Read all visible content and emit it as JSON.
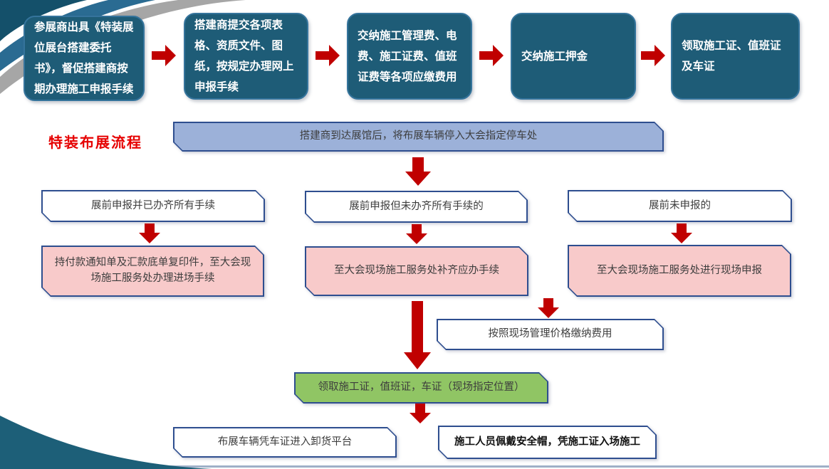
{
  "title": {
    "text": "特装布展流程"
  },
  "top_flow": {
    "boxes": [
      {
        "label": "参展商出具《特装展位展台搭建委托书》，督促搭建商按期办理施工申报手续"
      },
      {
        "label": "搭建商提交各项表格、资质文件、图纸，按规定办理网上申报手续"
      },
      {
        "label": "交纳施工管理费、电费、施工证费、值班证费等各项应缴费用"
      },
      {
        "label": "交纳施工押金"
      },
      {
        "label": "领取施工证、值班证及车证"
      }
    ]
  },
  "main_flow": {
    "arrival": "搭建商到达展馆后，将布展车辆停入大会指定停车处",
    "branches": [
      {
        "condition": "展前申报并已办齐所有手续",
        "action": "持付款通知单及汇款底单复印件，至大会现场施工服务处办理进场手续"
      },
      {
        "condition": "展前申报但未办齐所有手续的",
        "action": "至大会现场施工服务处补齐应办手续"
      },
      {
        "condition": "展前未申报的",
        "action": "至大会现场施工服务处进行现场申报"
      }
    ],
    "fee": "按照现场管理价格缴纳费用",
    "pickup": "领取施工证，值班证，车证（现场指定位置）",
    "final": [
      "布展车辆凭车证进入卸货平台",
      "施工人员佩戴安全帽，凭施工证入场施工"
    ]
  },
  "colors": {
    "teal_box": "#1e5c77",
    "arrow_red": "#c00000",
    "title_red": "#e60000",
    "bar_blue": "#9cb1d9",
    "action_pink": "#f8caca",
    "pickup_green": "#90c564",
    "box_border": "#2e4e8f"
  }
}
